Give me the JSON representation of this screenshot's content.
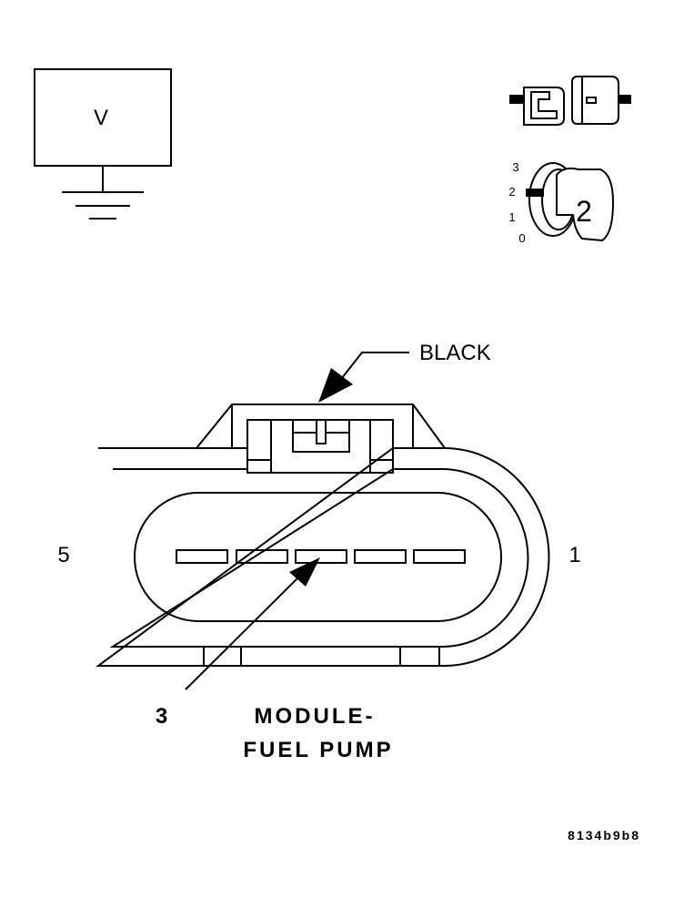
{
  "meter": {
    "label": "V"
  },
  "ignition_switch": {
    "positions": [
      "3",
      "2",
      "1",
      "0"
    ],
    "key_position": "2"
  },
  "connector": {
    "color_label": "BLACK",
    "pin_left_label": "5",
    "pin_right_label": "1",
    "callout_pin_label": "3",
    "component_name_line1": "MODULE-",
    "component_name_line2": "FUEL PUMP"
  },
  "figure_id": "8134b9b8"
}
